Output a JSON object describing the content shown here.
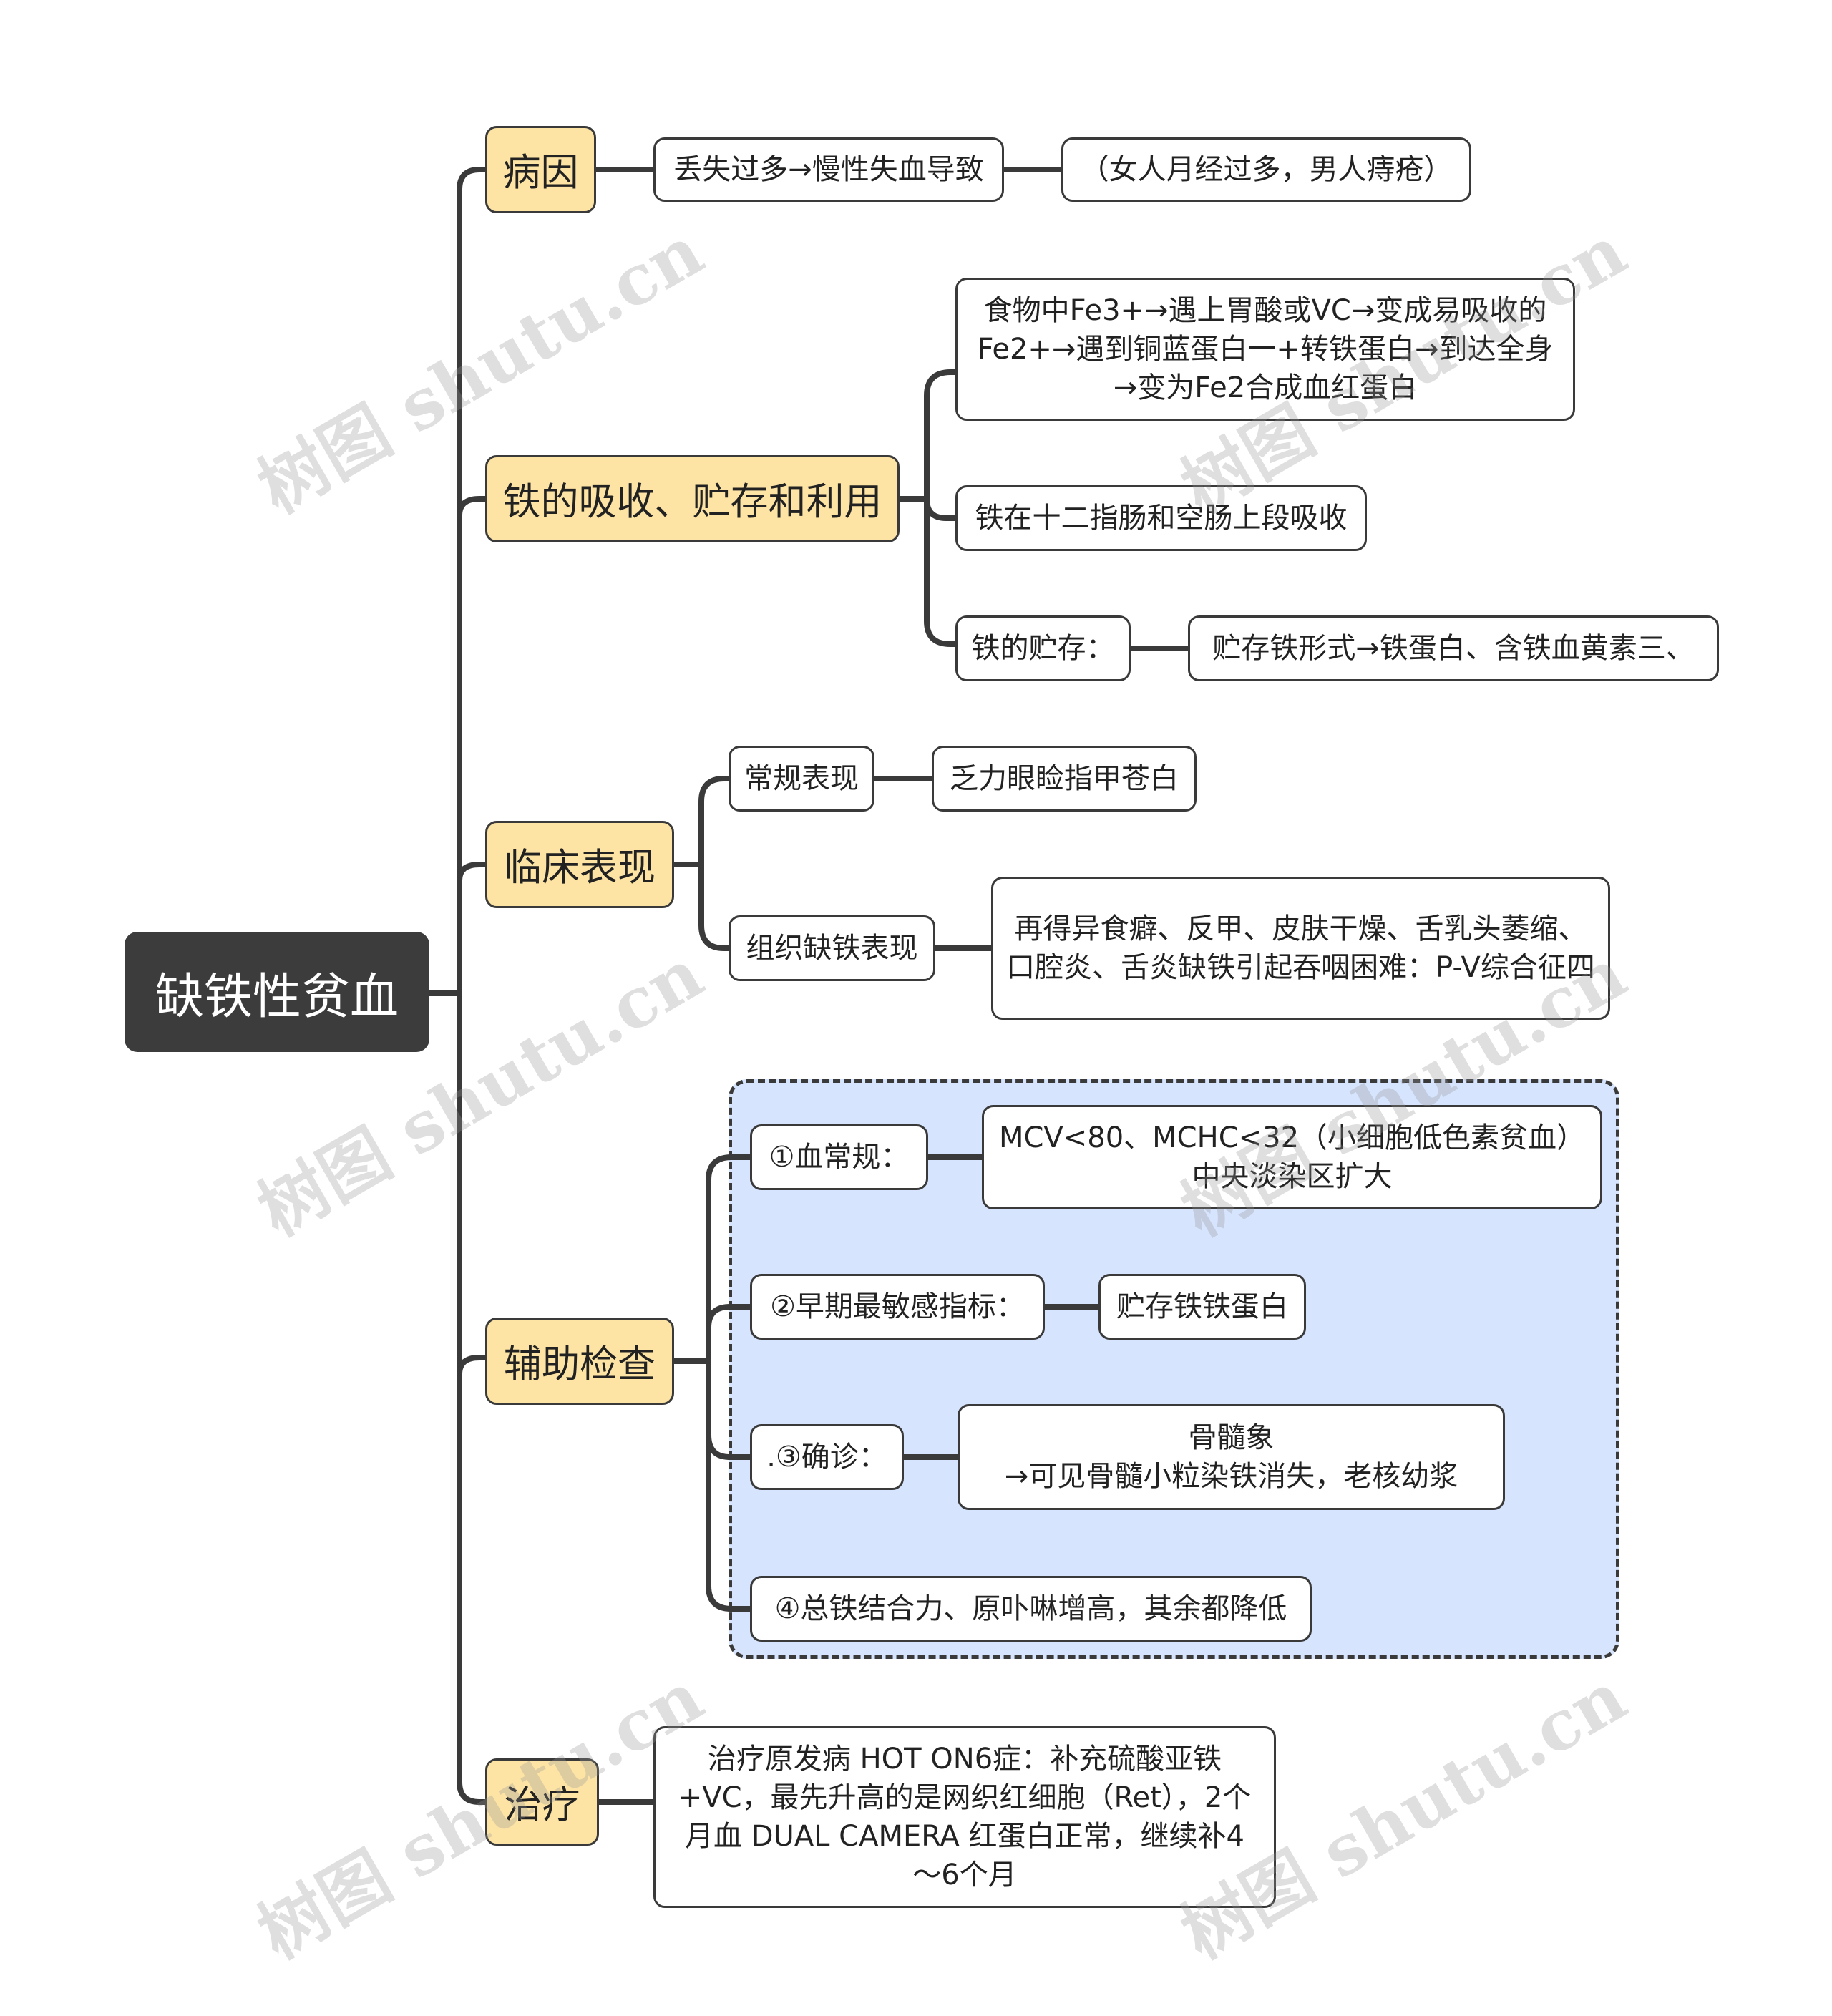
{
  "root": "缺铁性贫血",
  "branches": {
    "cause": {
      "label": "病因",
      "detail": "丢失过多→慢性失血导致",
      "note": "（女人月经过多，男人痔疮）"
    },
    "iron": {
      "label": "铁的吸收、贮存和利用",
      "path": "食物中Fe3+→遇上胃酸或VC→变成易吸收的Fe2+→遇到铜蓝蛋白一+转铁蛋白→到达全身→变为Fe2合成血红蛋白",
      "absorption": "铁在十二指肠和空肠上段吸收",
      "storage_label": "铁的贮存：",
      "storage_form": "贮存铁形式→铁蛋白、含铁血黄素三、"
    },
    "clinical": {
      "label": "临床表现",
      "general_label": "常规表现",
      "general_detail": "乏力眼睑指甲苍白",
      "tissue_label": "组织缺铁表现",
      "tissue_detail": "再得异食癖、反甲、皮肤干燥、舌乳头萎缩、口腔炎、舌炎缺铁引起吞咽困难：P-V综合征四"
    },
    "exam": {
      "label": "辅助检查",
      "blood_label": "①血常规：",
      "blood_detail": "MCV<80、MCHC<32（小细胞低色素贫血）中央淡染区扩大",
      "early_label": "②早期最敏感指标：",
      "early_detail": "贮存铁铁蛋白",
      "confirm_label": ".③确诊：",
      "confirm_line1": "骨髓象",
      "confirm_line2": "→可见骨髓小粒染铁消失，老核幼浆",
      "other": "④总铁结合力、原卟啉增高，其余都降低"
    },
    "treatment": {
      "label": "治疗",
      "detail": "治疗原发病 HOT ON6症：补充硫酸亚铁+VC，最先升高的是网织红细胞（Ret），2个月血 DUAL CAMERA 红蛋白正常，继续补4～6个月"
    }
  },
  "watermark": "树图 shutu.cn",
  "colors": {
    "root_fill": "#3c3c3c",
    "main_fill": "#fde4a5",
    "group_fill": "#d6e4fe",
    "line": "#3a3a3a"
  }
}
